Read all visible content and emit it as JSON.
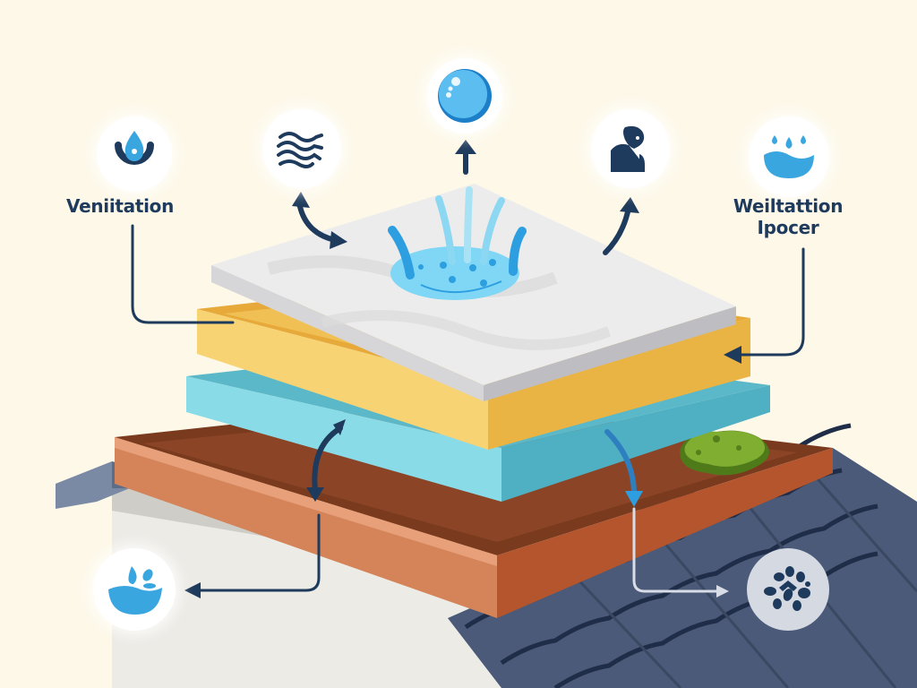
{
  "diagram": {
    "title": "Roof layer moisture & ventilation diagram",
    "labels": {
      "left": "Veniitation",
      "right_line1": "Weiltattion",
      "right_line2": "Ipocer"
    },
    "icons": [
      {
        "id": "top-center",
        "name": "water-bubble-icon"
      },
      {
        "id": "top-left",
        "name": "waves-layers-icon"
      },
      {
        "id": "top-right",
        "name": "person-thinking-icon"
      },
      {
        "id": "upper-left",
        "name": "water-drop-cycle-icon"
      },
      {
        "id": "upper-right",
        "name": "water-drops-bowl-icon"
      },
      {
        "id": "bottom-left",
        "name": "water-splash-bowl-icon"
      },
      {
        "id": "bottom-right",
        "name": "mold-spores-icon"
      }
    ],
    "layers": [
      {
        "name": "waterproof membrane",
        "color": "#e8e8e8"
      },
      {
        "name": "insulation",
        "color": "#f2c14e"
      },
      {
        "name": "vapor barrier",
        "color": "#7fd3e0"
      },
      {
        "name": "roof deck frame",
        "color": "#c0623a"
      },
      {
        "name": "roof tiles",
        "color": "#4a5a78"
      }
    ],
    "colors": {
      "background": "#fdf8e8",
      "arrow_dark": "#1e3a5c",
      "accent_blue": "#2d9fe0",
      "moss": "#6e9a2a"
    }
  }
}
